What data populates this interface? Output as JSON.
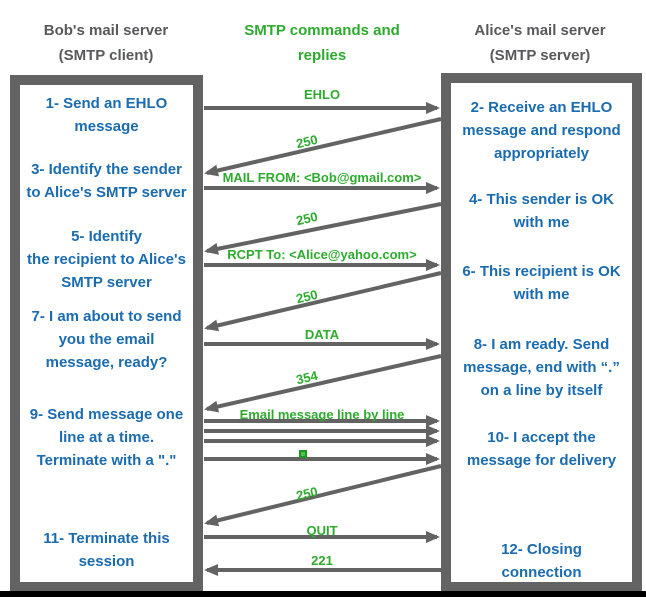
{
  "header": {
    "left": {
      "line1": "Bob's mail server",
      "line2": "(SMTP client)"
    },
    "center": {
      "line1": "SMTP commands and",
      "line2": "replies"
    },
    "right": {
      "line1": "Alice's mail server",
      "line2": "(SMTP server)"
    }
  },
  "client": {
    "items": [
      {
        "lines": [
          "1- Send an EHLO",
          "message"
        ]
      },
      {
        "lines": [
          "3- Identify the sender",
          "to Alice's SMTP server"
        ]
      },
      {
        "lines": [
          "5- Identify",
          "the recipient to Alice's",
          "SMTP server"
        ]
      },
      {
        "lines": [
          "7- I am about to send",
          "you the email",
          "message, ready?"
        ]
      },
      {
        "lines": [
          "9- Send message one",
          "line at a time.",
          "Terminate with a \".\""
        ]
      },
      {
        "lines": [
          "11- Terminate this",
          "session"
        ]
      }
    ]
  },
  "server": {
    "items": [
      {
        "lines": [
          "2- Receive an EHLO",
          "message and respond",
          "appropriately"
        ]
      },
      {
        "lines": [
          "4- This sender is OK",
          "with me"
        ]
      },
      {
        "lines": [
          "6- This recipient is OK",
          "with me"
        ]
      },
      {
        "lines": [
          "8-  I am ready. Send",
          "message, end with “.”",
          "on a line by itself"
        ]
      },
      {
        "lines": [
          "10-  I accept the",
          "message for delivery"
        ]
      },
      {
        "lines": [
          "12-  Closing",
          "connection"
        ]
      }
    ]
  },
  "messages": [
    {
      "label": "EHLO",
      "direction": "client-to-server"
    },
    {
      "label": "250",
      "direction": "server-to-client"
    },
    {
      "label": "MAIL FROM: <Bob@gmail.com>",
      "direction": "client-to-server"
    },
    {
      "label": "250",
      "direction": "server-to-client"
    },
    {
      "label": "RCPT To: <Alice@yahoo.com>",
      "direction": "client-to-server"
    },
    {
      "label": "250",
      "direction": "server-to-client"
    },
    {
      "label": "DATA",
      "direction": "client-to-server"
    },
    {
      "label": "354",
      "direction": "server-to-client"
    },
    {
      "label": "Email message line by line",
      "direction": "client-to-server",
      "arrow_count": 3
    },
    {
      "label": ".",
      "direction": "client-to-server",
      "render": "green-square-glyph"
    },
    {
      "label": "250",
      "direction": "server-to-client"
    },
    {
      "label": "QUIT",
      "direction": "client-to-server"
    },
    {
      "label": "221",
      "direction": "server-to-client"
    }
  ],
  "colors": {
    "step_text_blue": "#1a6bb0",
    "command_green": "#2eab2e",
    "arrow_gray": "#636363",
    "header_gray": "#58595b",
    "bottom_bar_black": "#000000"
  }
}
